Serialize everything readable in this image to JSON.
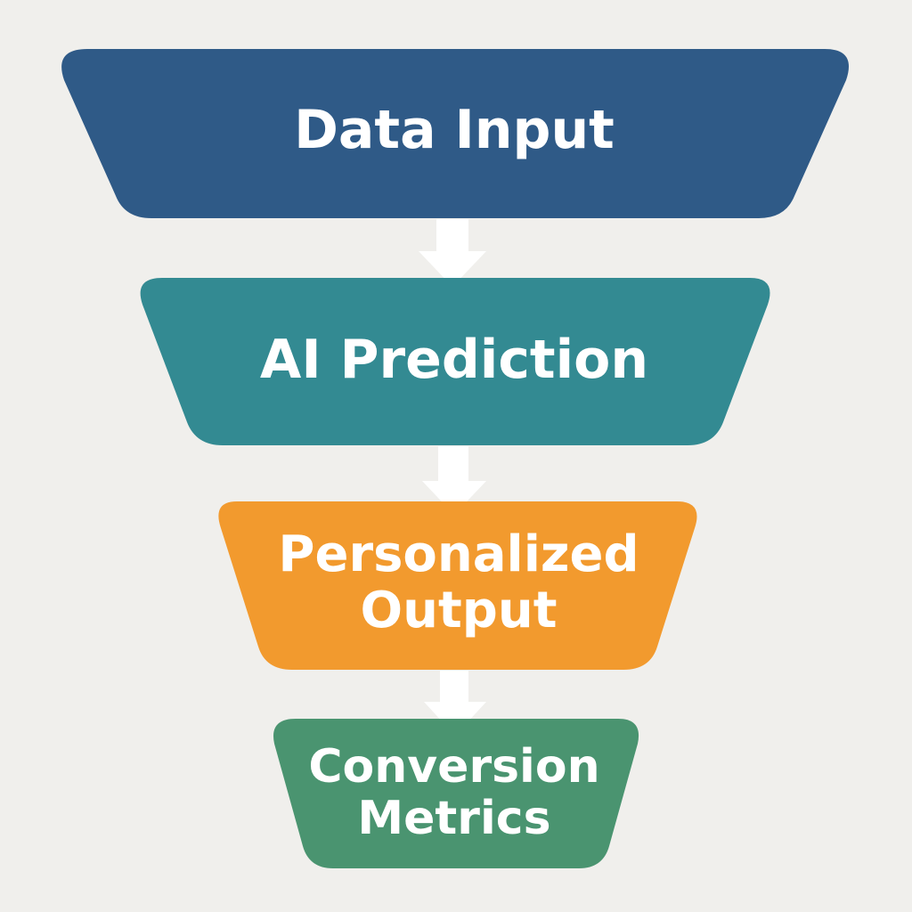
{
  "diagram": {
    "stages": [
      {
        "label": "Data Input",
        "color": "#2f5a87"
      },
      {
        "label": "AI Prediction",
        "color": "#338a92"
      },
      {
        "label": "Personalized\nOutput",
        "color": "#f29a2e"
      },
      {
        "label": "Conversion\nMetrics",
        "color": "#4a9470"
      }
    ],
    "arrow_color": "#ffffff",
    "background_color": "#f0efec"
  }
}
